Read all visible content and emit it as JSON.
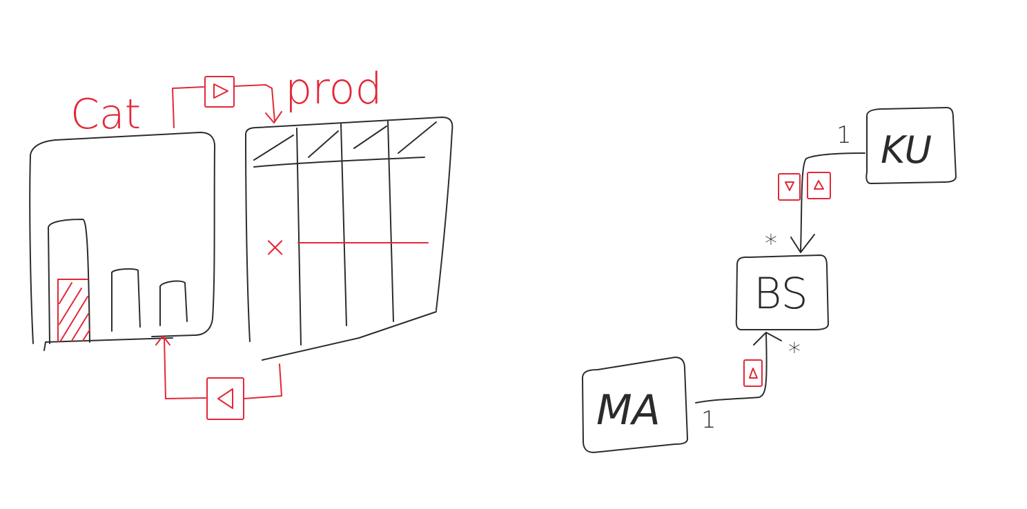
{
  "colors": {
    "ink": "#2b2b2b",
    "accent": "#e32636",
    "background": "#ffffff"
  },
  "left_sketch": {
    "source_label": "Cat",
    "target_label": "prod",
    "filter_label": "×",
    "forward_icon": "play-right-icon",
    "backward_icon": "play-left-icon"
  },
  "right_sketch": {
    "nodes": {
      "top": "KU",
      "center": "BS",
      "bottom": "MA"
    },
    "multiplicity": {
      "ku_one": "1",
      "bs_many_top": "*",
      "bs_many_bottom": "*",
      "ma_one": "1"
    },
    "ku_link_icons": [
      "triangle-down-icon",
      "triangle-up-icon"
    ],
    "ma_link_icon": "triangle-up-icon"
  }
}
